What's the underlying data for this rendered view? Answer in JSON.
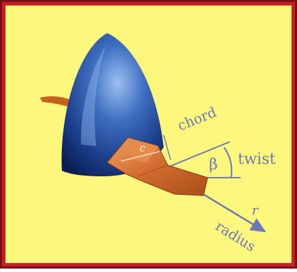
{
  "labels": {
    "chord": "chord",
    "c": "c",
    "beta": "β",
    "twist": "twist",
    "r": "r",
    "radius": "radius"
  },
  "colors": {
    "frame_outer": "#7a0f16",
    "frame_inner": "#c81e28",
    "background": "#fdf77e",
    "spinner_dark": "#102a6e",
    "spinner_mid": "#2f5fb0",
    "spinner_light": "#8fb6ec",
    "blade": "#d06a2c",
    "blade_dark": "#8c3b12",
    "blade_light": "#f2a766",
    "label": "#6e76b8"
  }
}
